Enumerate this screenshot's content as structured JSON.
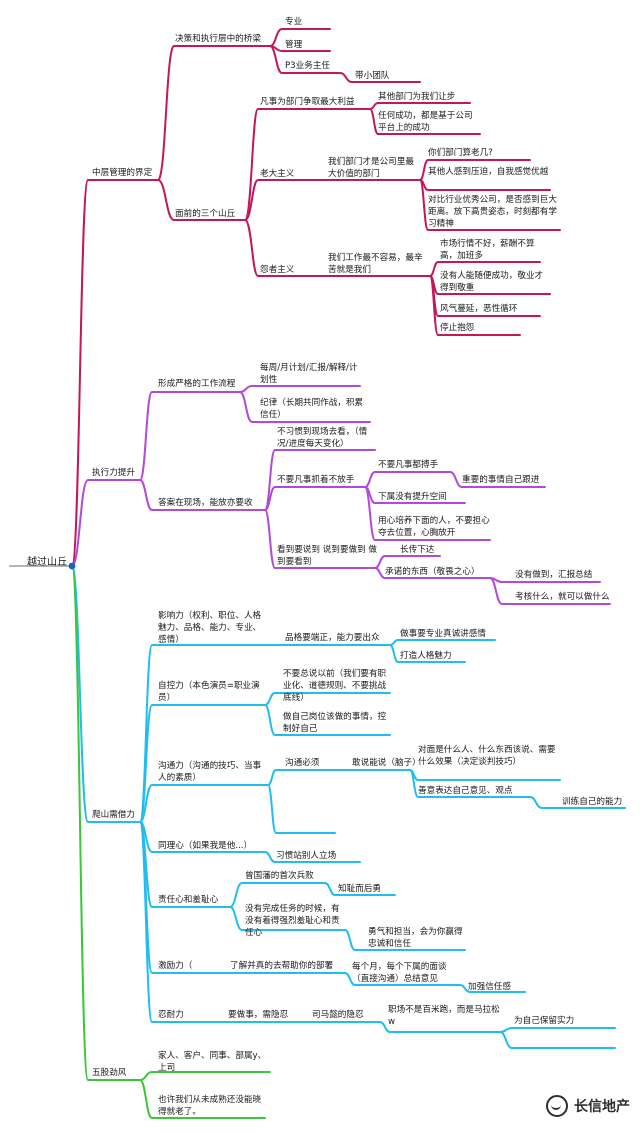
{
  "root": "越过山丘",
  "colors": {
    "root": "#b5b5b5",
    "mid": "#c2185b",
    "exec": "#b24ad8",
    "climb": "#22bdf0",
    "wind": "#3cc63c"
  },
  "branches": {
    "mid": {
      "label": "中层管理的界定",
      "bridge": {
        "label": "决策和执行层中的桥梁",
        "c1": "专业",
        "c2": "管理",
        "c3": "P3业务主任",
        "c3a": "带小团队"
      },
      "hills": {
        "label": "面前的三个山丘",
        "h1": {
          "label": "凡事为部门争取最大利益",
          "c1": "其他部门为我们让步",
          "c2": "任何成功，都是基于公司平台上的成功"
        },
        "h2": {
          "label": "老大主义",
          "mid": "我们部门才是公司里最大价值的部门",
          "c1": "你们部门算老几?",
          "c2": "其他人感到压迫，自我感觉优越",
          "c3": "对比行业优秀公司，是否感到巨大距离。放下高贵姿态，时刻都有学习精神"
        },
        "h3": {
          "label": "怨者主义",
          "mid": "我们工作最不容易，最辛苦就是我们",
          "c1": "市场行情不好，薪酬不算高，加班多",
          "c2": "没有人能随便成功，敬业才得到敬重",
          "c3": "风气蔓延，恶性循环",
          "c4": "停止抱怨"
        }
      }
    },
    "exec": {
      "label": "执行力提升",
      "flow": {
        "label": "形成严格的工作流程",
        "c1": "每周/月计划/汇报/解释/计划性",
        "c2": "纪律（长期共同作战，积累信任）"
      },
      "site": {
        "label": "答案在现场，能放亦要收",
        "s1": "不习惯到现场去看，（情况/进度每天变化）",
        "s2": {
          "label": "不要凡事抓着不放手",
          "c1": "不要凡事都搏手",
          "c1a": "重要的事情自己跟进",
          "c2": "下属没有提升空间",
          "c3": "用心培养下面的人，不要担心夺去位置，心胸放开"
        },
        "s3": {
          "label": "看到要说到 说到要做到 做到要看到",
          "c1": "长传下达",
          "c2": "承诺的东西（敬畏之心）",
          "c2a": "没有做到，汇报总结",
          "c2b": "考核什么，就可以做什么"
        }
      }
    },
    "climb": {
      "label": "爬山需借力",
      "influence": {
        "label": "影响力（权利、职位、人格魅力、品格、能力、专业、感情）",
        "c1": "品格要端正，能力要出众",
        "c1a": "做事要专业真诚讲感情",
        "c1b": "打造人格魅力"
      },
      "selfctrl": {
        "label": "自控力（本色演员=职业演员）",
        "c1": "不要总说以前（我们要有职业化、道德规则、不要挑战底线）",
        "c2": "做自己岗位该做的事情，控制好自己"
      },
      "comm": {
        "label": "沟通力（沟通的技巧、当事人的素质）",
        "c1": "沟通必须",
        "c1a": "敢说能说（脑子）",
        "c1a1": "对面是什么人、什么东西该说、需要什么效果（决定谈判技巧）",
        "c1a2": "善意表达自己意见、观点",
        "c1a2a": "训练自己的能力"
      },
      "empathy": {
        "label": "同理心（如果我是他...）",
        "c1": "习惯站别人立场"
      },
      "duty": {
        "label": "责任心和羞耻心",
        "c1": "曾国藩的首次兵败",
        "c1a": "知耻而后勇",
        "c2": "没有完成任务的时候，有没有着得强烈羞耻心和责任心",
        "c2a": "勇气和担当，会为你赢得忠诚和信任"
      },
      "motive": {
        "label": "激励力（",
        "c1": "了解并真的去帮助你的部署",
        "c1a": "每个月，每个下属的面谈（直接沟通）总结意见",
        "c1a1": "加强信任感"
      },
      "endure": {
        "label": "忍耐力",
        "c1": "要做事，需隐忍",
        "c1a": "司马懿的隐忍",
        "c1a1": "职场不是百米跑，而是马拉松w",
        "c1a1a": "为自己保留实力"
      }
    },
    "wind": {
      "label": "五股劲风",
      "c1": "家人、客户、同事、部属y、上司",
      "c2": "也许我们从未成熟还没能晓得就老了。"
    }
  },
  "watermark": {
    "icon": "wechat-icon",
    "text": "长信地产"
  }
}
